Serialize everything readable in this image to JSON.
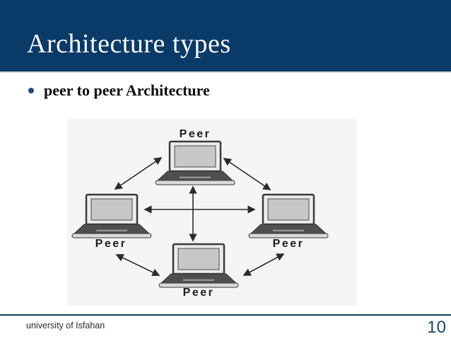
{
  "slide": {
    "title": "Architecture types",
    "bullet_text": "peer to peer Architecture",
    "footer_text": "university of Isfahan",
    "page_number": "10"
  },
  "diagram": {
    "type": "network-diagram",
    "topology": "peer-to-peer",
    "nodes": [
      {
        "id": "top",
        "icon": "laptop-icon",
        "label": "Peer"
      },
      {
        "id": "left",
        "icon": "laptop-icon",
        "label": "Peer"
      },
      {
        "id": "right",
        "icon": "laptop-icon",
        "label": "Peer"
      },
      {
        "id": "bottom",
        "icon": "laptop-icon",
        "label": "Peer"
      }
    ],
    "edges": [
      {
        "from": "left",
        "to": "top",
        "bidirectional": true
      },
      {
        "from": "top",
        "to": "right",
        "bidirectional": true
      },
      {
        "from": "left",
        "to": "right",
        "bidirectional": true
      },
      {
        "from": "top",
        "to": "bottom",
        "bidirectional": true
      },
      {
        "from": "left",
        "to": "bottom",
        "bidirectional": true
      },
      {
        "from": "bottom",
        "to": "right",
        "bidirectional": true
      }
    ]
  },
  "colors": {
    "header_bg": "#0a3a68",
    "bullet_dot": "#1d4a77",
    "footer_line": "#16405f",
    "page_number": "#1b4971",
    "diagram_bg": "#f5f5f3",
    "arrow": "#2b2b2b"
  }
}
